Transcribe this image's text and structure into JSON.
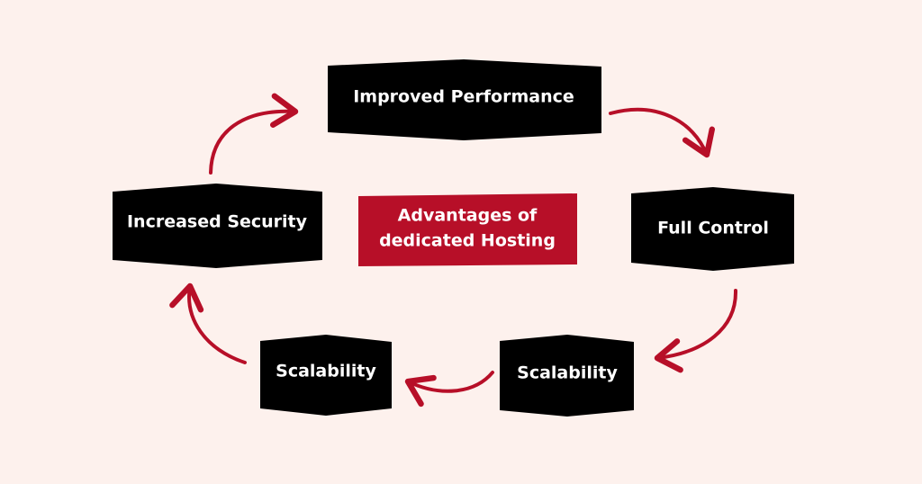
{
  "colors": {
    "background": "#fdf1ed",
    "node": "#000000",
    "center": "#b70f28",
    "arrow": "#b70f28",
    "text": "#ffffff"
  },
  "center": {
    "line1": "Advantages of",
    "line2": "dedicated Hosting"
  },
  "nodes": {
    "improved_performance": "Improved Performance",
    "full_control": "Full Control",
    "scalability_right": "Scalability",
    "scalability_left": "Scalability",
    "increased_security": "Increased Security"
  }
}
